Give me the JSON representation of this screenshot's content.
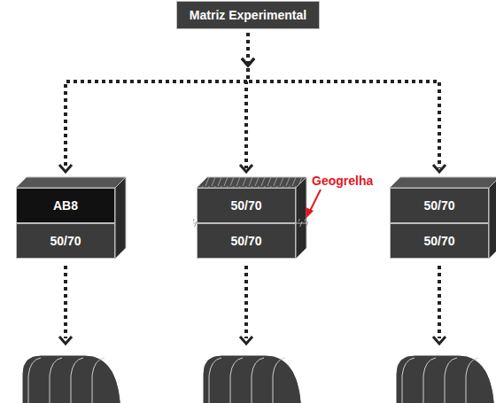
{
  "diagram": {
    "nodes": [
      {
        "text": [
          "Matriz Experimental"
        ]
      },
      {
        "text": [
          "AB8"
        ]
      },
      {
        "text": [
          "50/70"
        ]
      },
      {
        "text": [
          "50/70"
        ]
      },
      {
        "text": [
          "50/70"
        ]
      },
      {
        "text": [
          "50/70"
        ]
      },
      {
        "text": [
          "50/70"
        ]
      }
    ],
    "edges": [
      {
        "from": 0,
        "to": 1,
        "arrow": "to"
      },
      {
        "from": 0,
        "to": 3,
        "arrow": "to"
      },
      {
        "from": 0,
        "to": 5,
        "arrow": "to"
      }
    ],
    "labels": [
      "Geogrelha"
    ]
  }
}
